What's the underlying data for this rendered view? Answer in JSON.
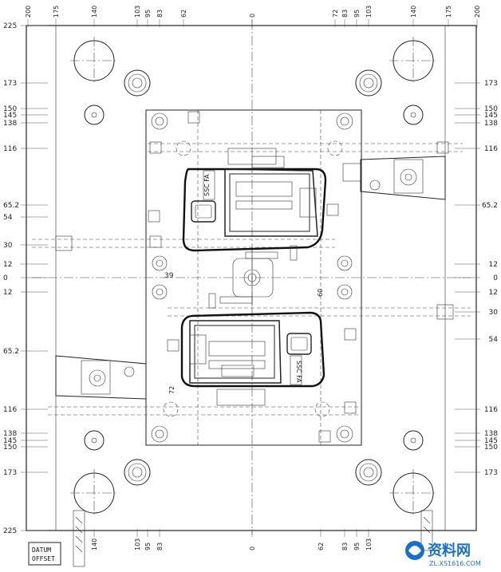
{
  "drawing": {
    "top_dims": [
      "200",
      "175",
      "140",
      "103",
      "95",
      "83",
      "62",
      "0",
      "72",
      "83",
      "95",
      "103",
      "140",
      "175",
      "200"
    ],
    "bottom_dims": [
      "140",
      "103",
      "95",
      "83",
      "0",
      "62",
      "83",
      "95",
      "103"
    ],
    "left_dims": [
      "225",
      "173",
      "150",
      "145",
      "138",
      "116",
      "65.2",
      "54",
      "30",
      "12",
      "0",
      "12",
      "65.2",
      "116",
      "138",
      "145",
      "150",
      "173",
      "225"
    ],
    "right_dims": [
      "173",
      "150",
      "145",
      "138",
      "116",
      "65.2",
      "12",
      "0",
      "12",
      "30",
      "54",
      "116",
      "138",
      "145",
      "150",
      "173"
    ],
    "inner_labels": {
      "dim_39": "39",
      "dim_60": "60",
      "dim_72": "72",
      "part_label_upper": "SSC FA",
      "part_label_lower": "SSC FA"
    },
    "datum": {
      "line1": "DATUM",
      "line2": "OFFSET"
    }
  },
  "watermark": {
    "brand": "资料网",
    "domain": "ZL.XS1616.COM"
  },
  "colors": {
    "line": "#222222",
    "watermark": "#1b6fc4"
  }
}
